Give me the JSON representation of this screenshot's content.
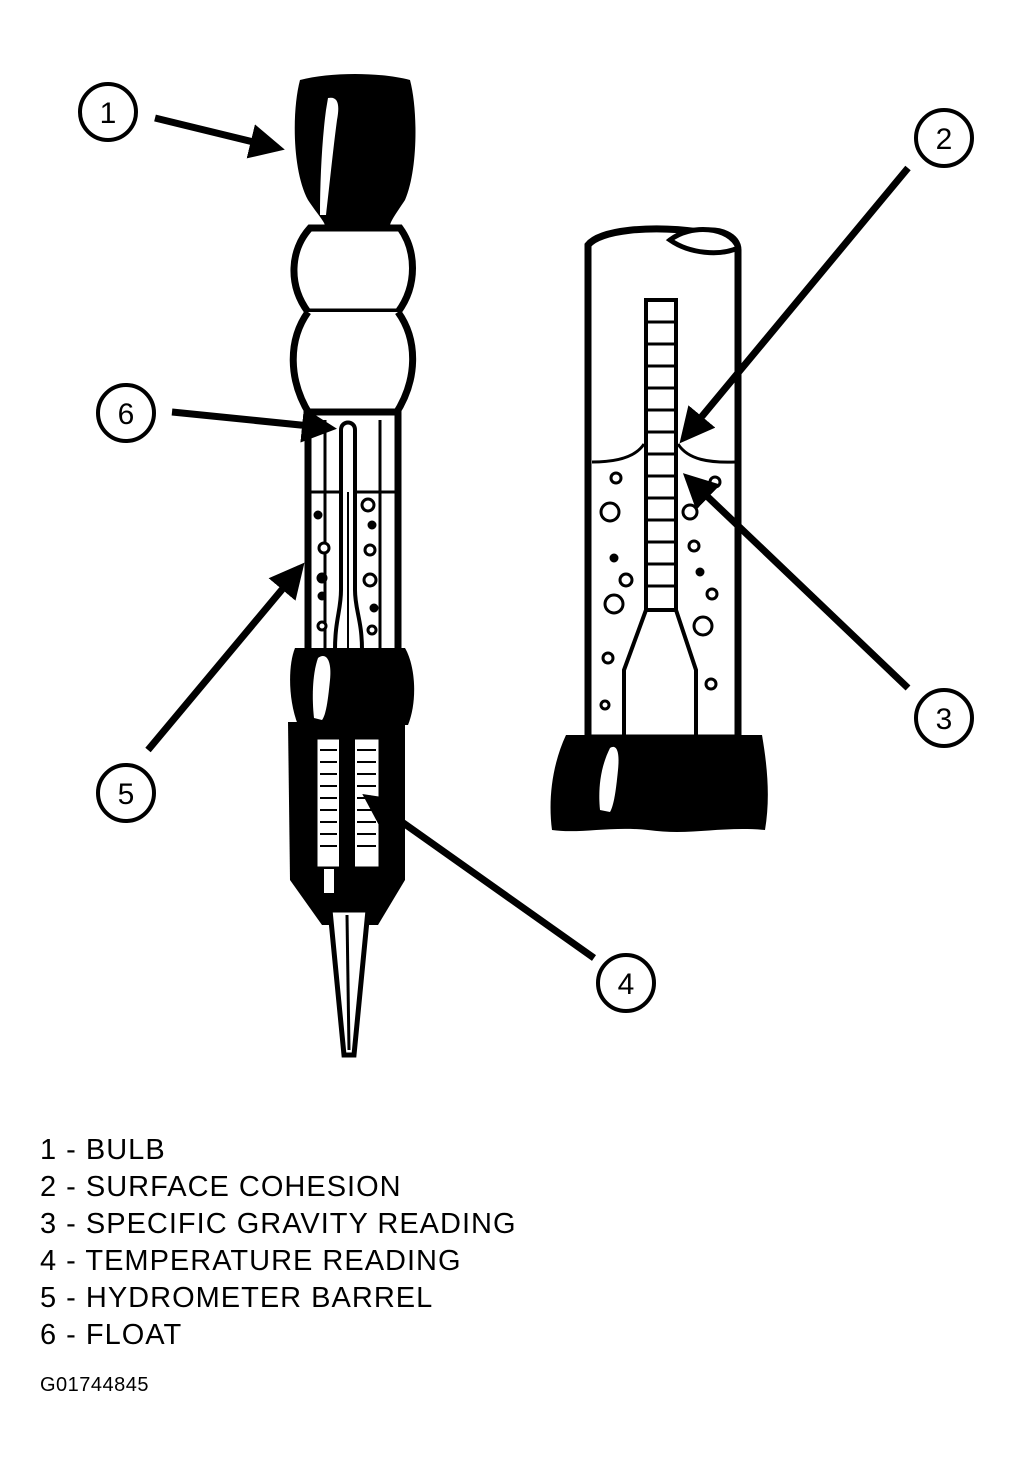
{
  "callouts": [
    {
      "number": "1",
      "label": "BULB"
    },
    {
      "number": "2",
      "label": "SURFACE COHESION"
    },
    {
      "number": "3",
      "label": "SPECIFIC GRAVITY READING"
    },
    {
      "number": "4",
      "label": "TEMPERATURE READING"
    },
    {
      "number": "5",
      "label": "HYDROMETER BARREL"
    },
    {
      "number": "6",
      "label": "FLOAT"
    }
  ],
  "legend": [
    "1 - BULB",
    "2 - SURFACE COHESION",
    "3 - SPECIFIC GRAVITY READING",
    "4 - TEMPERATURE READING",
    "5 - HYDROMETER BARREL",
    "6 - FLOAT"
  ],
  "figure_id": "G01744845"
}
